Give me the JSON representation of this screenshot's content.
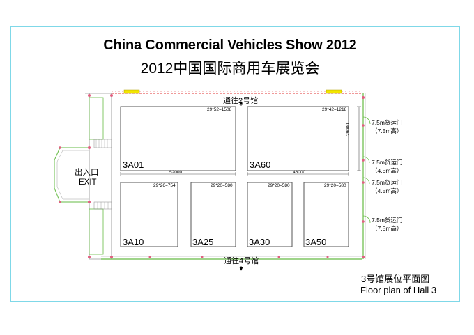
{
  "title_en": "China Commercial Vehicles Show 2012",
  "title_cn": "2012中国国际商用车展览会",
  "top_passage": "通往2号馆",
  "bottom_passage": "通往4号馆",
  "exit": {
    "cn": "出入口",
    "en": "EXIT"
  },
  "booths": [
    {
      "id": "3A01",
      "dims": "29*52=1508",
      "width_label": "52000"
    },
    {
      "id": "3A60",
      "dims": "29*42=1218",
      "width_label": "46000",
      "height_label": "29000"
    },
    {
      "id": "3A10",
      "dims": "29*26=754"
    },
    {
      "id": "3A25",
      "dims": "29*20=580"
    },
    {
      "id": "3A30",
      "dims": "29*20=580"
    },
    {
      "id": "3A50",
      "dims": "29*20=580"
    }
  ],
  "doors": [
    {
      "line1": "7.5m货运门",
      "line2": "（7.5m高）"
    },
    {
      "line1": "7.5m货运门",
      "line2": "（4.5m高）"
    },
    {
      "line1": "7.5m货运门",
      "line2": "（4.5m高）"
    },
    {
      "line1": "7.5m货运门",
      "line2": "（7.5m高）"
    }
  ],
  "caption": {
    "cn": "3号馆展位平面图",
    "en": "Floor plan of Hall 3"
  },
  "colors": {
    "frame": "#7fd8e8",
    "wall_top": "#e03030",
    "wall_green": "#66bb44",
    "yellow_marker": "#f2e600",
    "pink_marker": "#e06080"
  }
}
